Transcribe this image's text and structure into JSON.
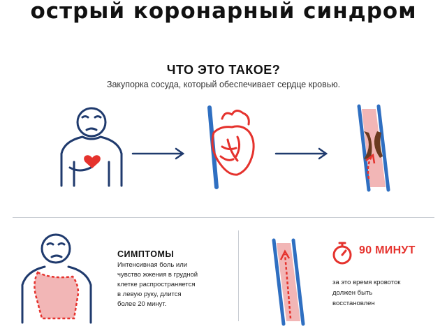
{
  "header": {
    "title": "острый коронарный синдром"
  },
  "definition": {
    "question": "ЧТО ЭТО ТАКОЕ?",
    "text": "Закупорка сосуда, который обеспечивает сердце кровью."
  },
  "symptoms": {
    "title": "СИМПТОМЫ",
    "lines": [
      "Интенсивная боль или",
      "чувство жжения в грудной",
      "клетке распространяется",
      "в левую руку, длится",
      "более 20 минут."
    ]
  },
  "timer": {
    "label": "90 МИНУТ",
    "lines": [
      "за это время кровоток",
      "должен быть",
      "восстановлен"
    ]
  },
  "colors": {
    "navy": "#1f3a6d",
    "blue": "#2f6fc1",
    "red": "#e5322d",
    "pink": "#f2b6b6",
    "plaque": "#6b3a1f"
  }
}
